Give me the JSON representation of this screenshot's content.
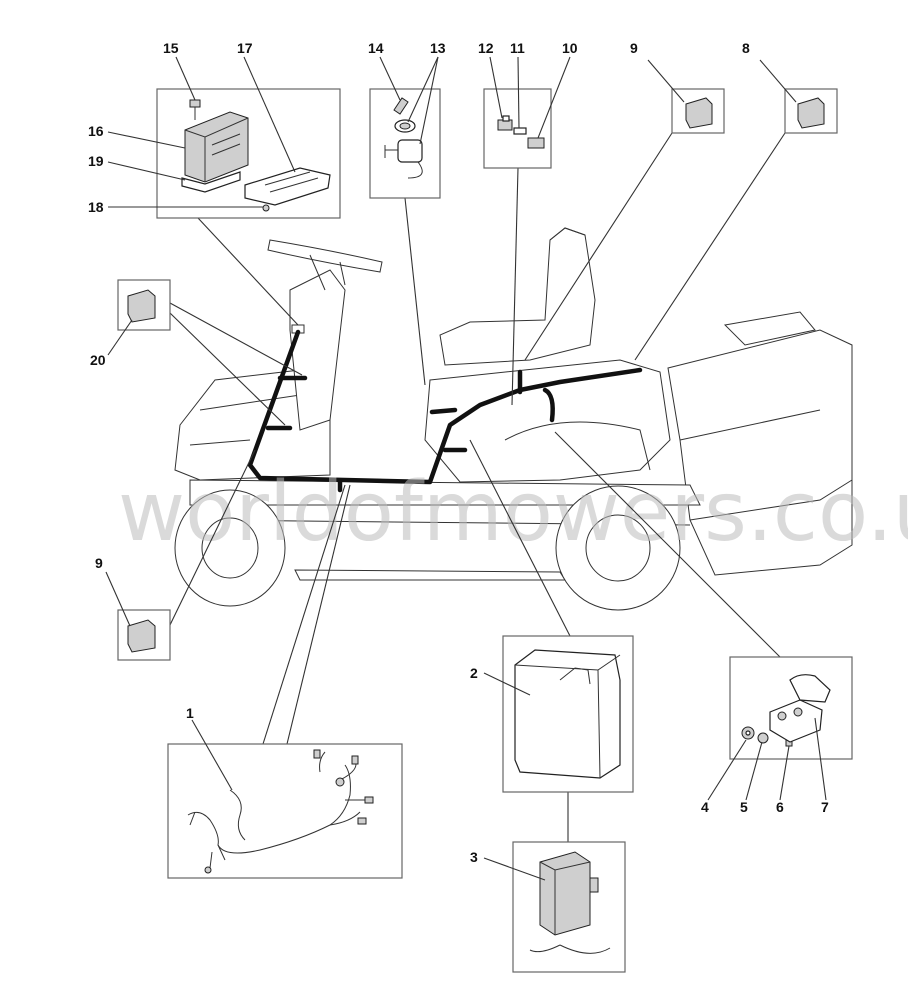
{
  "watermark": "worldofmowers.co.uk",
  "callouts": {
    "c1": "1",
    "c2": "2",
    "c3": "3",
    "c4": "4",
    "c5": "5",
    "c6": "6",
    "c7": "7",
    "c8": "8",
    "c9a": "9",
    "c9b": "9",
    "c10": "10",
    "c11": "11",
    "c12": "12",
    "c13": "13",
    "c14": "14",
    "c15": "15",
    "c16": "16",
    "c17": "17",
    "c18": "18",
    "c19": "19",
    "c20": "20"
  }
}
